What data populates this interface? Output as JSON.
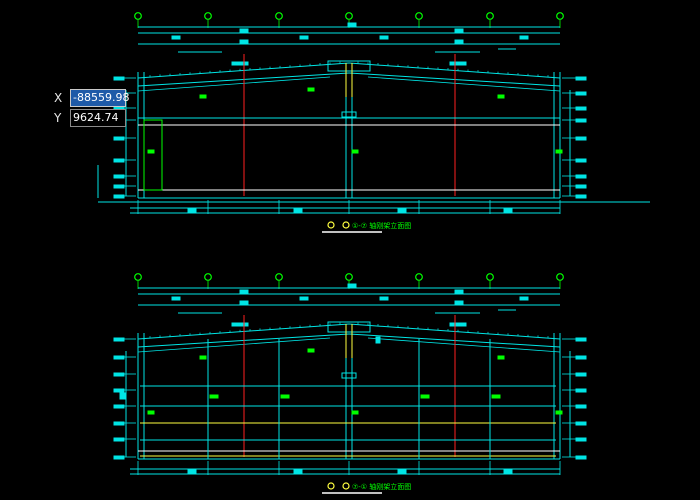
{
  "colors": {
    "background": "#000000",
    "frame": "#00e5e5",
    "grid": "#00ff00",
    "red": "#ff2020",
    "yellow": "#ffff40",
    "white": "#ffffff",
    "tooltip_active": "#1e5aa8"
  },
  "coordinate_input": {
    "x_label": "X",
    "x_value": "-88559.98",
    "y_label": "Y",
    "y_value": "9624.74"
  },
  "drawing": {
    "views": [
      {
        "name": "elevation-1",
        "caption": "①-⑦ 轴刚架立面图"
      },
      {
        "name": "elevation-2",
        "caption": "⑦-① 轴刚架立面图"
      }
    ],
    "icons": [
      "grid-bubble-icon",
      "elevation-marker-icon"
    ]
  }
}
